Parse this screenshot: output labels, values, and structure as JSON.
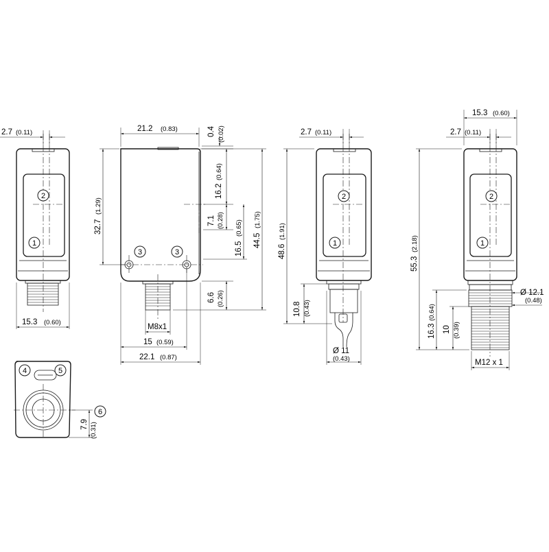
{
  "callouts": [
    "1",
    "2",
    "3",
    "4",
    "5",
    "6"
  ],
  "dimensions": {
    "v1_top_width": "2.7",
    "v1_top_width_in": "(0.11)",
    "v1_bottom_width": "15.3",
    "v1_bottom_width_in": "(0.60)",
    "v2_width": "21.2",
    "v2_width_in": "(0.83)",
    "v2_offset": "0.4",
    "v2_offset_in": "(0.02)",
    "v2_body_height": "32.7",
    "v2_body_height_in": "(1.29)",
    "v2_h162": "16.2",
    "v2_h162_in": "(0.64)",
    "v2_h71": "7.1",
    "v2_h71_in": "(0.28)",
    "v2_h165": "16.5",
    "v2_h165_in": "(0.65)",
    "v2_h445": "44.5",
    "v2_h445_in": "(1.75)",
    "v2_h66": "6.6",
    "v2_h66_in": "(0.26)",
    "v2_thread": "M8x1",
    "v2_w15": "15",
    "v2_w15_in": "(0.59)",
    "v2_w221": "22.1",
    "v2_w221_in": "(0.87)",
    "v3_top_width": "2.7",
    "v3_top_width_in": "(0.11)",
    "v3_height": "48.6",
    "v3_height_in": "(1.91)",
    "v3_cable_len": "10.8",
    "v3_cable_len_in": "(0.43)",
    "v3_cable_dia": "Ø 11",
    "v3_cable_dia_in": "(0.43)",
    "v4_w153": "15.3",
    "v4_w153_in": "(0.60)",
    "v4_w27": "2.7",
    "v4_w27_in": "(0.11)",
    "v4_height": "55.3",
    "v4_height_in": "(2.18)",
    "v4_dia": "Ø 12.1",
    "v4_dia_in": "(0.48)",
    "v4_h163": "16.3",
    "v4_h163_in": "(0.64)",
    "v4_h10": "10",
    "v4_h10_in": "(0.39)",
    "v4_thread": "M12 x 1",
    "v5_h79": "7.9",
    "v5_h79_in": "(0.31)"
  }
}
